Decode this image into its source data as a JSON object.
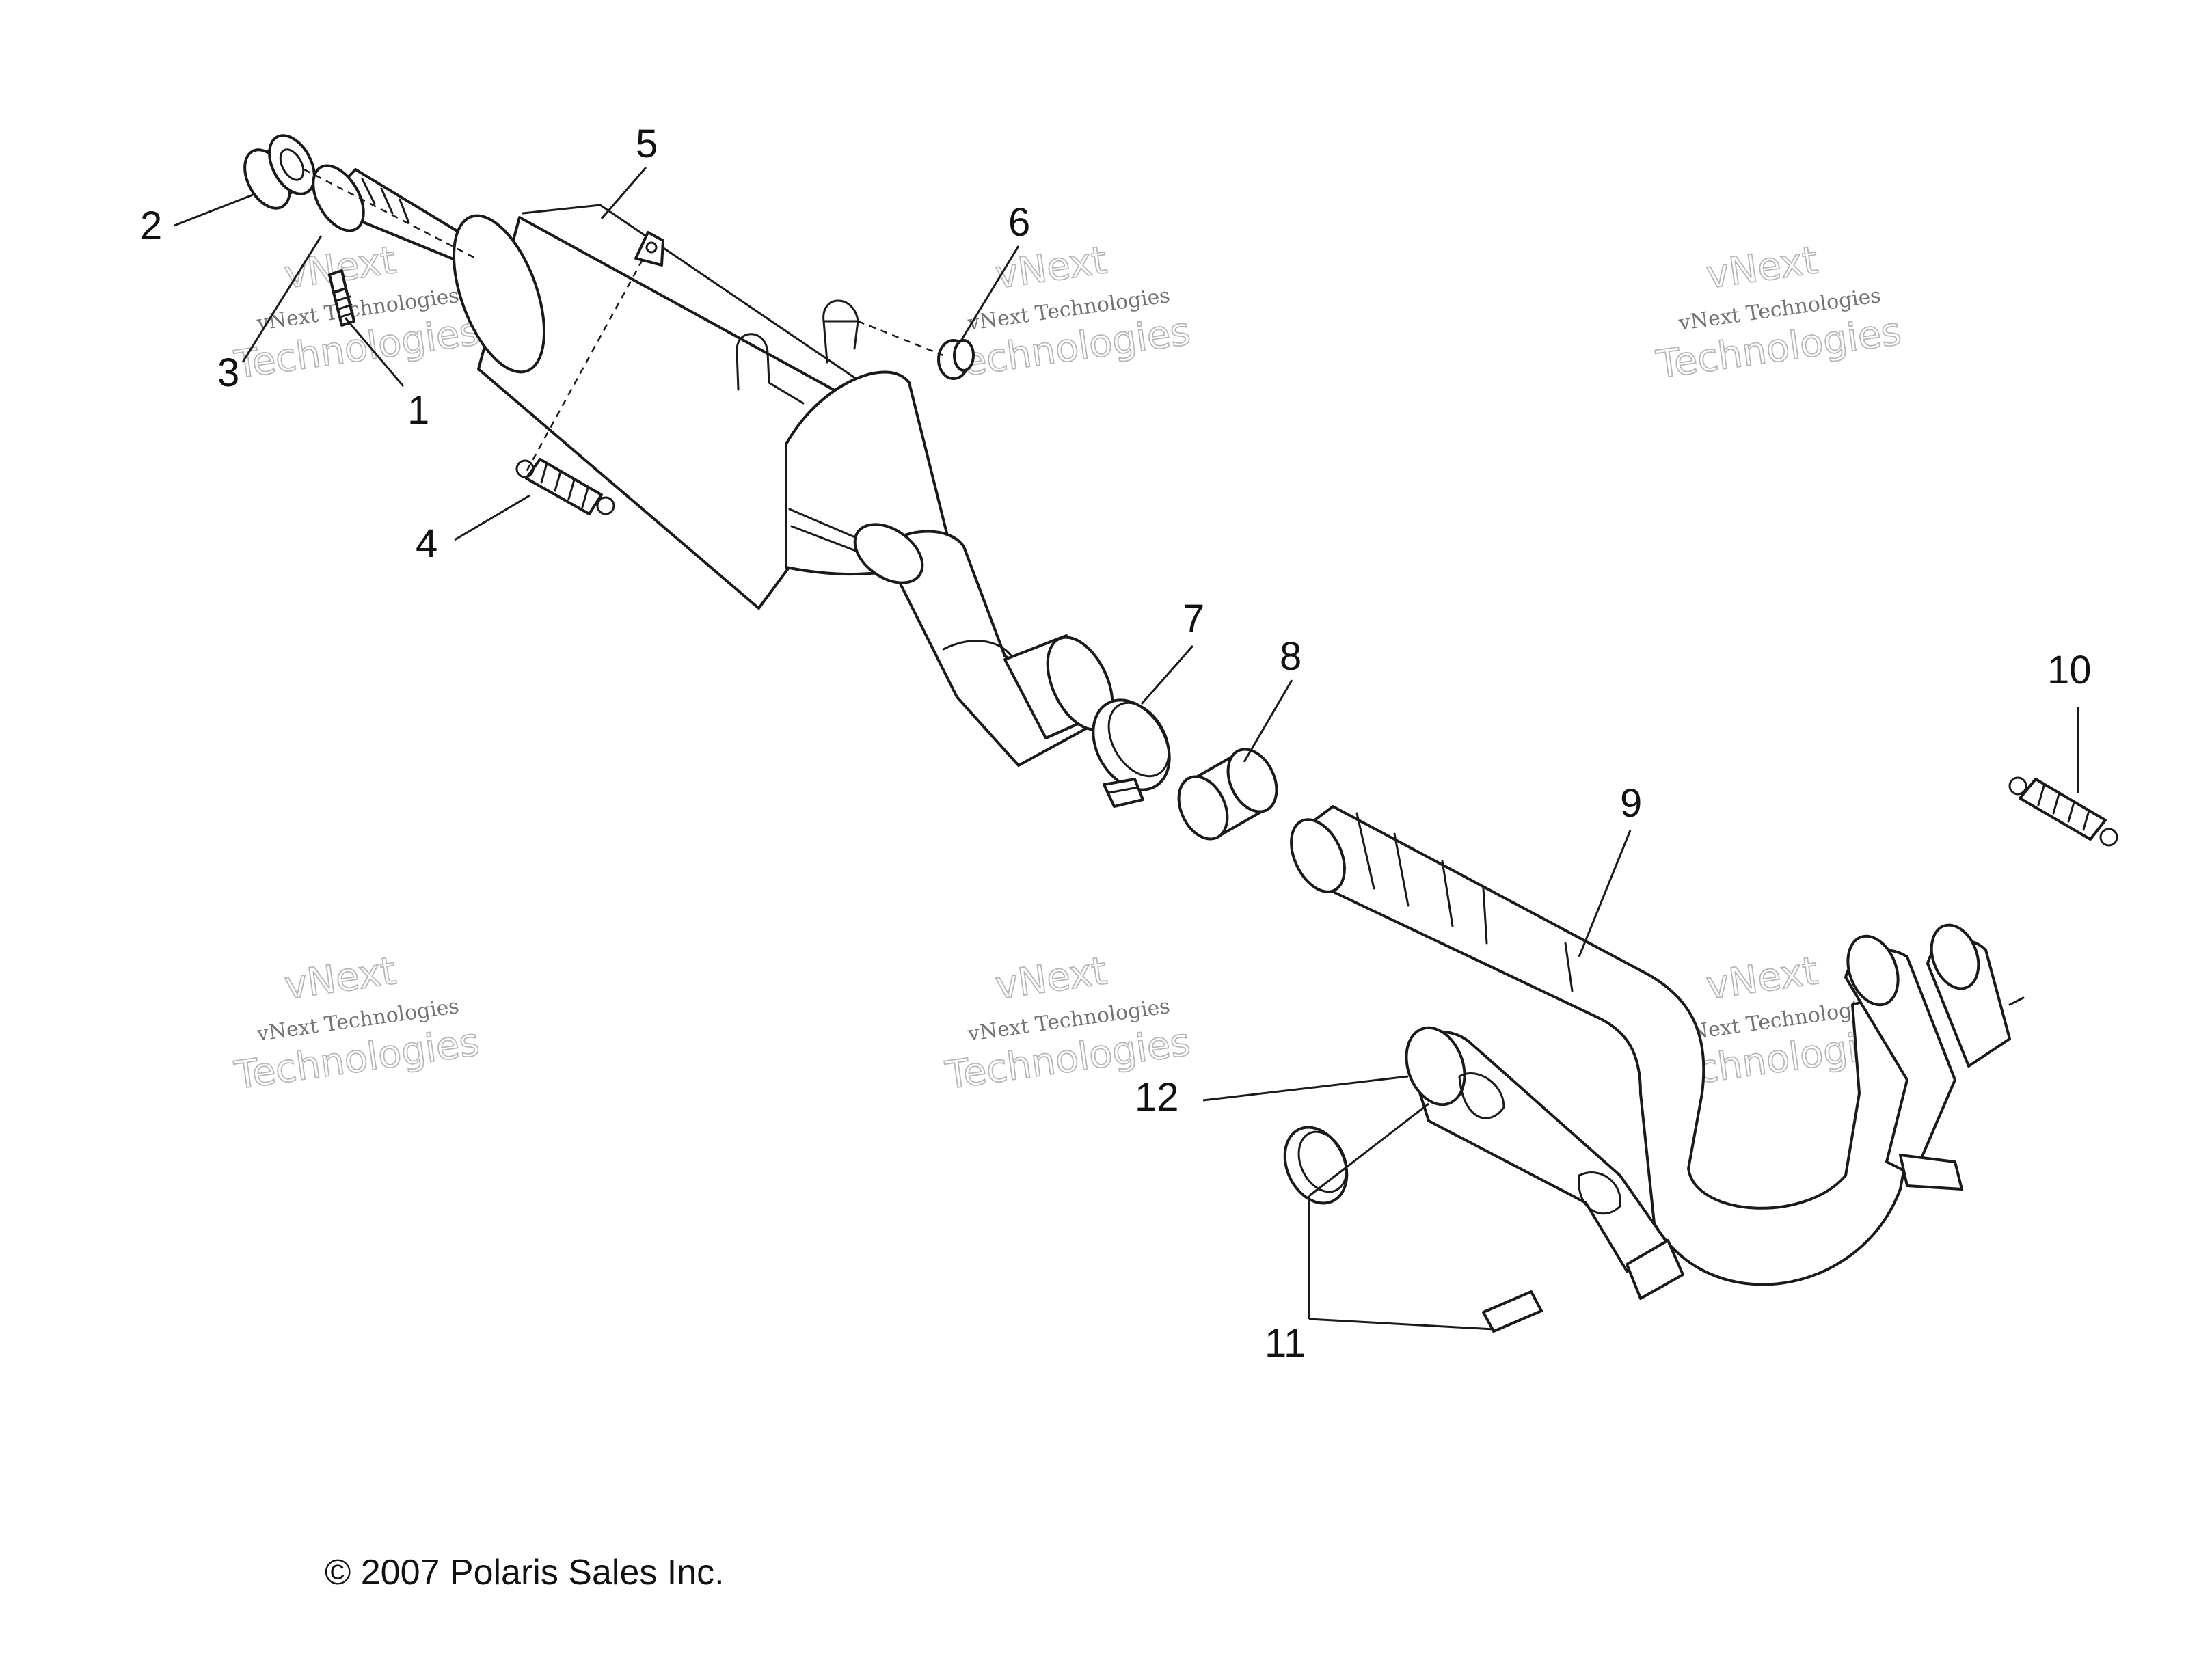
{
  "diagram": {
    "callouts": [
      "1",
      "2",
      "3",
      "4",
      "5",
      "6",
      "7",
      "8",
      "9",
      "10",
      "11",
      "12"
    ],
    "watermark": {
      "line1": "vNext Technologies",
      "line2a": "vNext",
      "line2b": "Technologies"
    },
    "copyright": "© 2007 Polaris Sales Inc."
  }
}
